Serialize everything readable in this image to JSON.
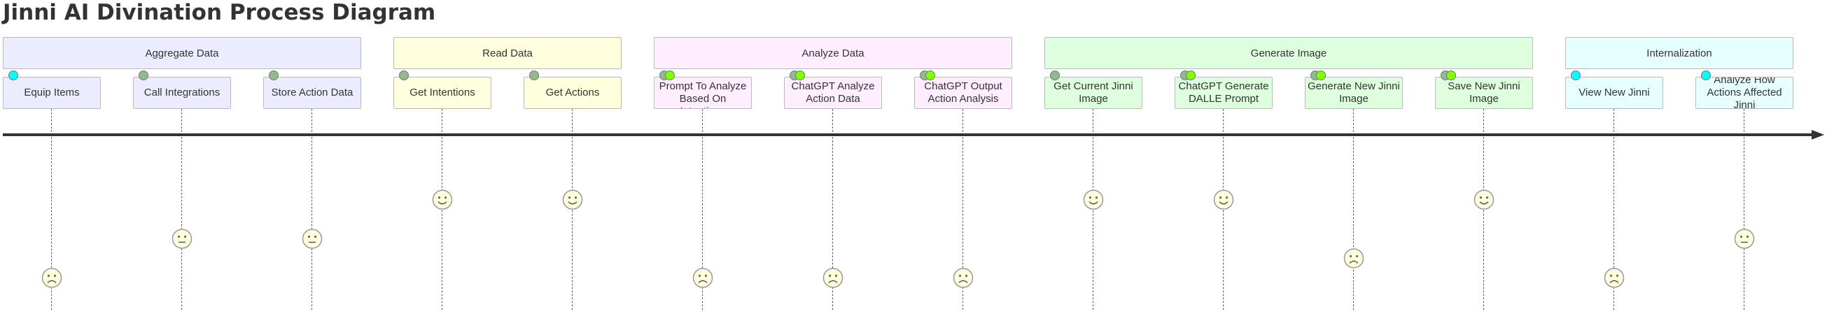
{
  "title": "Jinni AI Divination Process Diagram",
  "colors": {
    "cyan": "#00ffff",
    "gray": "#8fbc8f",
    "green": "#7fff00",
    "line": "#333333"
  },
  "sections": [
    {
      "label": "Aggregate Data",
      "color": "#ececff"
    },
    {
      "label": "Read Data",
      "color": "#ffffde"
    },
    {
      "label": "Analyze Data",
      "color": "#ffeeff"
    },
    {
      "label": "Generate Image",
      "color": "#deffde"
    },
    {
      "label": "Internalization",
      "color": "#e6ffff"
    }
  ],
  "tasks": [
    {
      "label": "Equip Items",
      "section": 0,
      "score": 1,
      "actors": [
        "cyan"
      ]
    },
    {
      "label": "Call Integrations",
      "section": 0,
      "score": 3,
      "actors": [
        "gray"
      ]
    },
    {
      "label": "Store Action Data",
      "section": 0,
      "score": 3,
      "actors": [
        "gray"
      ]
    },
    {
      "label": "Get Intentions",
      "section": 1,
      "score": 5,
      "actors": [
        "gray"
      ]
    },
    {
      "label": "Get Actions",
      "section": 1,
      "score": 5,
      "actors": [
        "gray"
      ]
    },
    {
      "label": "ChatGPT Create Prompt To Analyze Based On Intentions",
      "section": 2,
      "score": 1,
      "actors": [
        "gray",
        "green"
      ]
    },
    {
      "label": "ChatGPT Analyze Action Data",
      "section": 2,
      "score": 1,
      "actors": [
        "gray",
        "green"
      ]
    },
    {
      "label": "ChatGPT Output Action Analysis",
      "section": 2,
      "score": 1,
      "actors": [
        "gray",
        "green"
      ]
    },
    {
      "label": "Get Current Jinni Image",
      "section": 3,
      "score": 5,
      "actors": [
        "gray"
      ]
    },
    {
      "label": "ChatGPT Generate DALLE Prompt",
      "section": 3,
      "score": 5,
      "actors": [
        "gray",
        "green"
      ]
    },
    {
      "label": "Generate New Jinni Image",
      "section": 3,
      "score": 2,
      "actors": [
        "gray",
        "green"
      ]
    },
    {
      "label": "Save New Jinni Image",
      "section": 3,
      "score": 5,
      "actors": [
        "gray",
        "green"
      ]
    },
    {
      "label": "View New Jinni",
      "section": 4,
      "score": 1,
      "actors": [
        "cyan"
      ]
    },
    {
      "label": "Analyze How Actions Affected Jinni",
      "section": 4,
      "score": 3,
      "actors": [
        "cyan"
      ]
    }
  ]
}
